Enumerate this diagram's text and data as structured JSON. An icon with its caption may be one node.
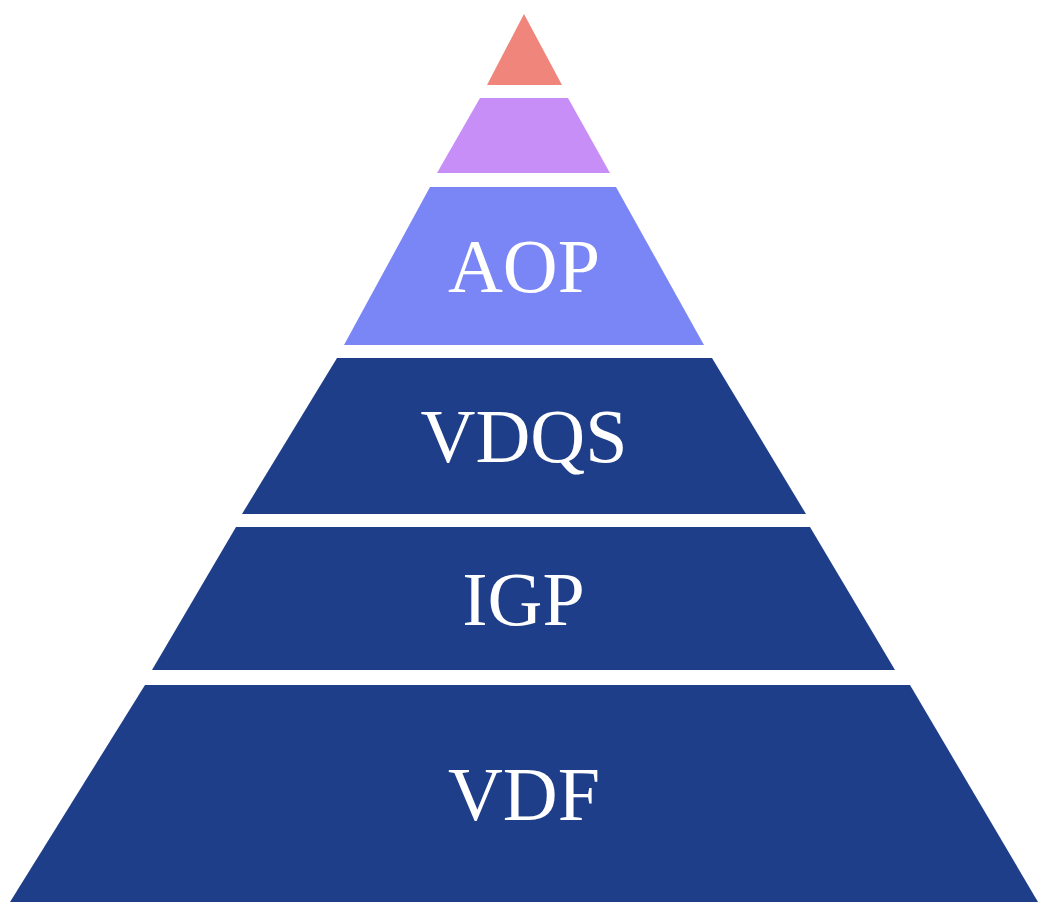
{
  "diagram": {
    "nodes": [
      {
        "text": [],
        "shape": "triangle"
      },
      {
        "text": [],
        "shape": "trapezoid"
      },
      {
        "text": [
          "AOP"
        ]
      },
      {
        "text": [
          "VDQS"
        ]
      },
      {
        "text": [
          "IGP"
        ]
      },
      {
        "text": [
          "VDF"
        ]
      }
    ]
  }
}
